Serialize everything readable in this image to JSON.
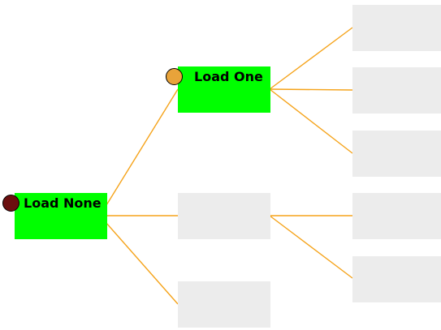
{
  "tree": {
    "edge_color": "#f5a31a",
    "loaded_color": "#00ff00",
    "empty_color": "#ececec",
    "nodes": {
      "root": {
        "label": "Load None",
        "state": "loaded",
        "marker_color": "#6b0f0f"
      },
      "load_one": {
        "label": "Load One",
        "state": "loaded",
        "marker_color": "#e8a33a"
      },
      "mid": {
        "label": "",
        "state": "empty"
      },
      "bottom": {
        "label": "",
        "state": "empty"
      },
      "r1": {
        "label": "",
        "state": "empty"
      },
      "r2": {
        "label": "",
        "state": "empty"
      },
      "r3": {
        "label": "",
        "state": "empty"
      },
      "r4": {
        "label": "",
        "state": "empty"
      },
      "r5": {
        "label": "",
        "state": "empty"
      }
    }
  }
}
